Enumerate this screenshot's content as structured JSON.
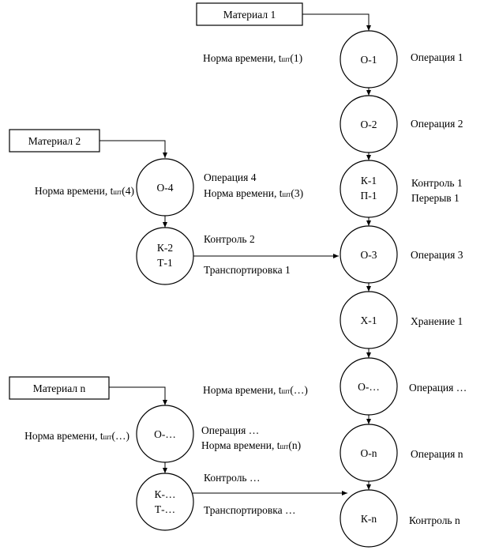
{
  "materials": {
    "m1": "Материал 1",
    "m2": "Материал 2",
    "mn": "Материал n"
  },
  "main_chain": [
    {
      "code": "О-1",
      "label": "Операция 1"
    },
    {
      "code": "О-2",
      "label": "Операция 2"
    },
    {
      "code": [
        "К-1",
        "П-1"
      ],
      "label": [
        "Контроль 1",
        "Перерыв 1"
      ]
    },
    {
      "code": "О-3",
      "label": "Операция 3"
    },
    {
      "code": "Х-1",
      "label": "Хранение 1"
    },
    {
      "code": "О-…",
      "label": "Операция …"
    },
    {
      "code": "О-n",
      "label": "Операция n"
    },
    {
      "code": "К-n",
      "label": "Контроль n"
    }
  ],
  "branch2": {
    "op_code": "О-4",
    "ctrl_code": [
      "К-2",
      "Т-1"
    ],
    "op_label": "Операция 4",
    "ctrl_label": "Контроль 2",
    "transport_label": "Транспортировка 1"
  },
  "branchn": {
    "op_code": "О-…",
    "ctrl_code": [
      "К-…",
      "Т-…"
    ],
    "op_label": "Операция …",
    "ctrl_label": "Контроль …",
    "transport_label": "Транспортировка …"
  },
  "norm": {
    "prefix": "Норма времени, t",
    "subscript": "шт",
    "n1": "(1)",
    "n3": "(3)",
    "n4": "(4)",
    "ndots_main": "(…)",
    "ndots_branch": "(…)",
    "nn": "(n)"
  }
}
